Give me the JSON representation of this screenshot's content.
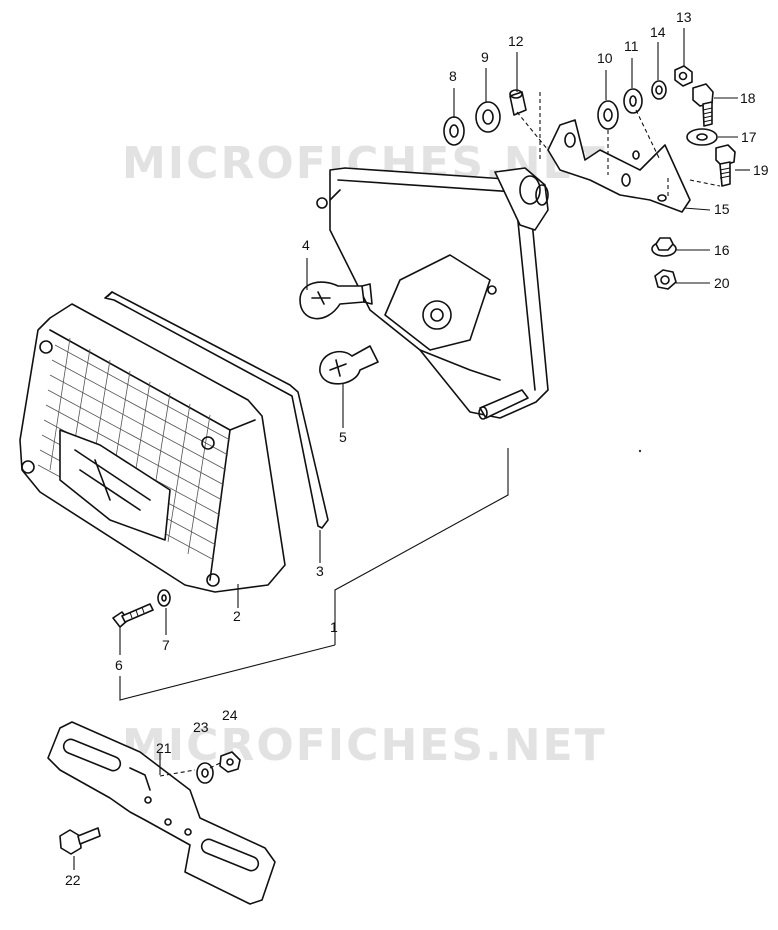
{
  "watermark": {
    "top": "MICROFICHES.NET",
    "bottom": "MICROFICHES.NET"
  },
  "callouts": {
    "n1": "1",
    "n2": "2",
    "n3": "3",
    "n4": "4",
    "n5": "5",
    "n6": "6",
    "n7": "7",
    "n8": "8",
    "n9": "9",
    "n10": "10",
    "n11": "11",
    "n12": "12",
    "n13": "13",
    "n14": "14",
    "n15": "15",
    "n16": "16",
    "n17": "17",
    "n18": "18",
    "n19": "19",
    "n20": "20",
    "n21": "21",
    "n22": "22",
    "n23": "23",
    "n24": "24"
  }
}
